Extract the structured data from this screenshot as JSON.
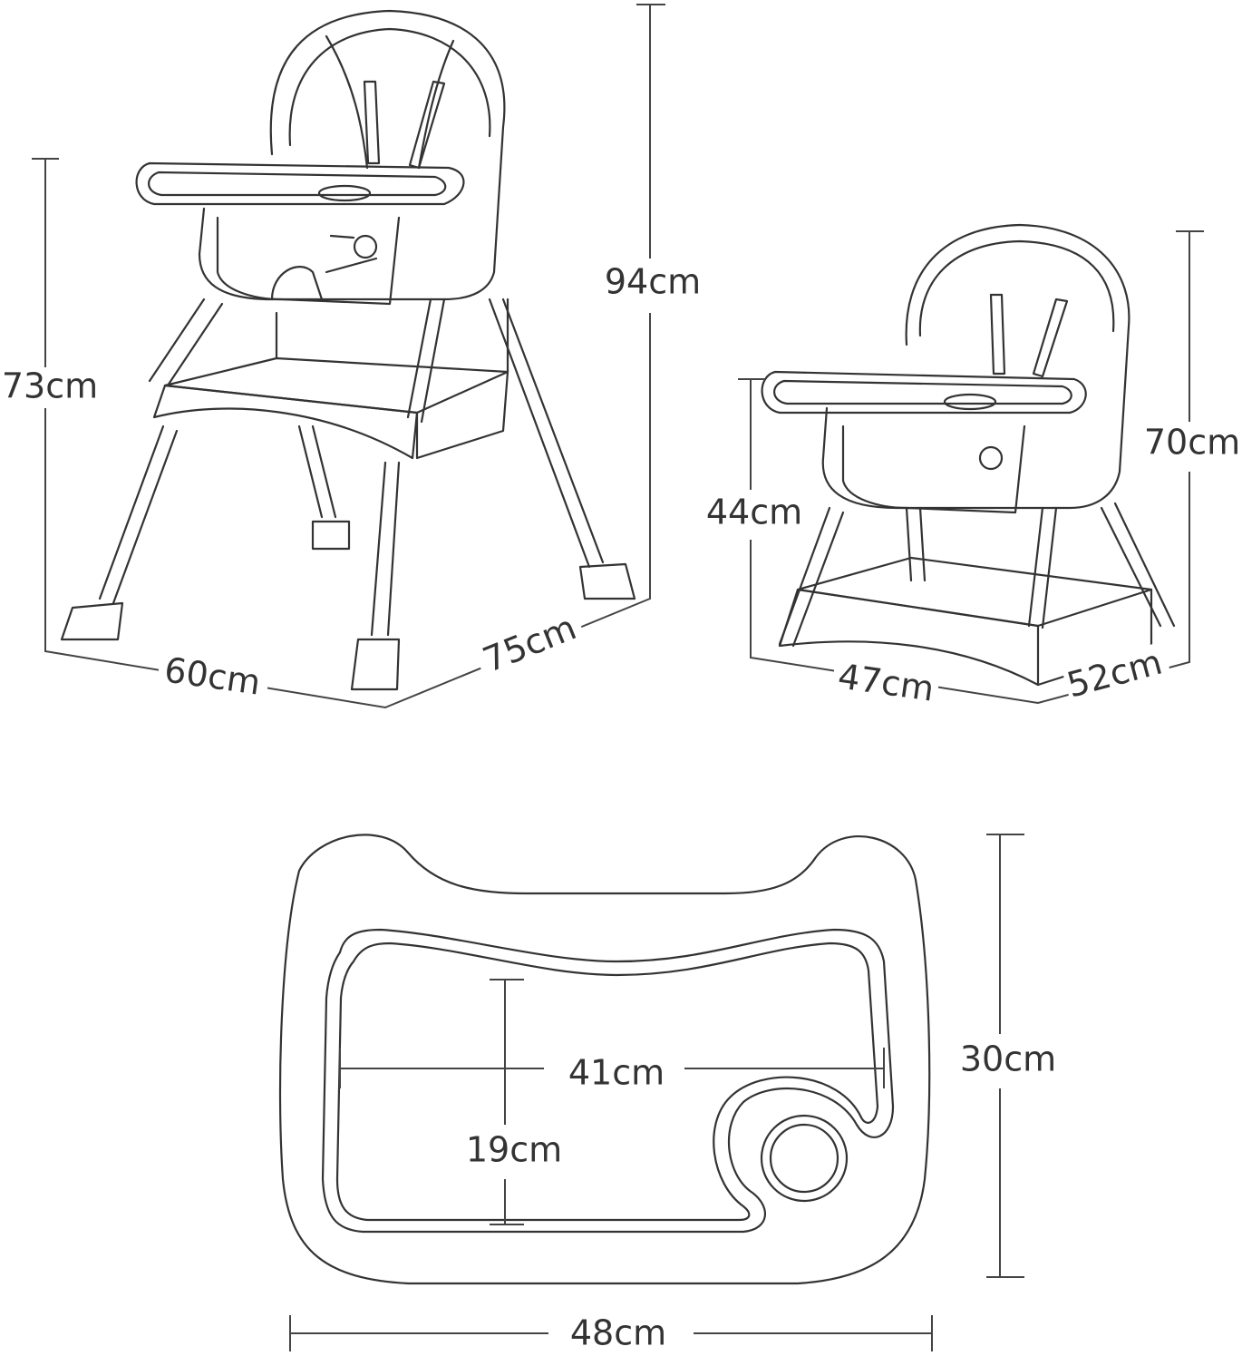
{
  "colors": {
    "line": "#333333",
    "background": "#ffffff"
  },
  "high_chair": {
    "height_total": "94cm",
    "height_tray": "73cm",
    "width": "60cm",
    "depth": "75cm"
  },
  "low_chair": {
    "height_total": "70cm",
    "height_tray": "44cm",
    "width": "47cm",
    "depth": "52cm"
  },
  "tray": {
    "height": "30cm",
    "width": "48cm",
    "inner_width": "41cm",
    "inner_depth": "19cm"
  }
}
